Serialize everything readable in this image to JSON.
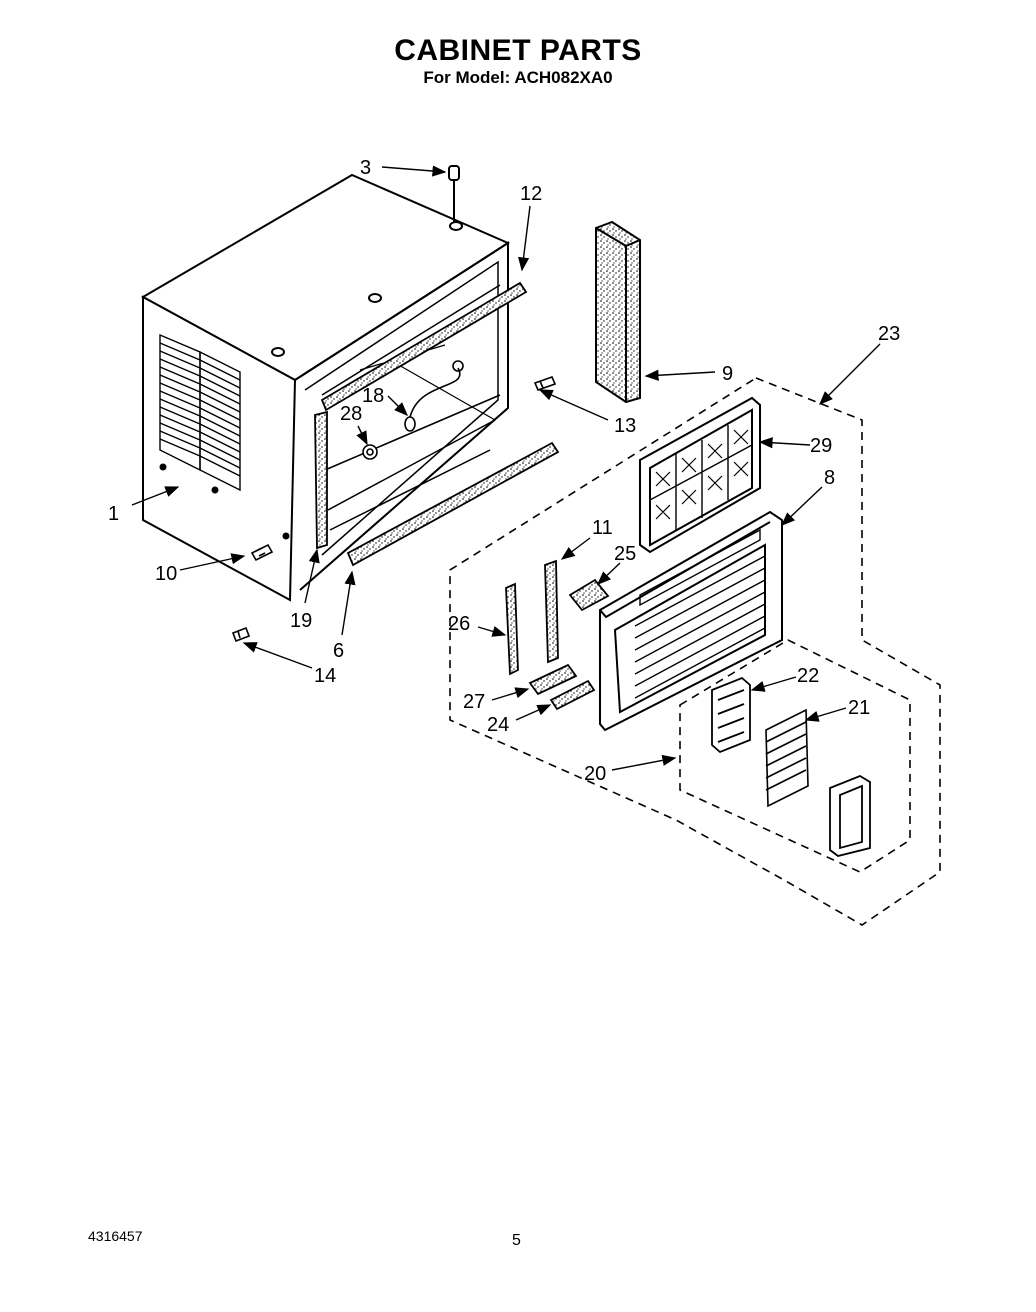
{
  "header": {
    "title": "CABINET PARTS",
    "subtitle": "For Model: ACH082XA0"
  },
  "callouts": {
    "c1": "1",
    "c3": "3",
    "c6": "6",
    "c8": "8",
    "c9": "9",
    "c10": "10",
    "c11": "11",
    "c12": "12",
    "c13": "13",
    "c14": "14",
    "c18": "18",
    "c19": "19",
    "c20": "20",
    "c21": "21",
    "c22": "22",
    "c23": "23",
    "c24": "24",
    "c25": "25",
    "c26": "26",
    "c27": "27",
    "c28": "28",
    "c29": "29"
  },
  "footer": {
    "doc_number": "4316457",
    "page_number": "5"
  }
}
